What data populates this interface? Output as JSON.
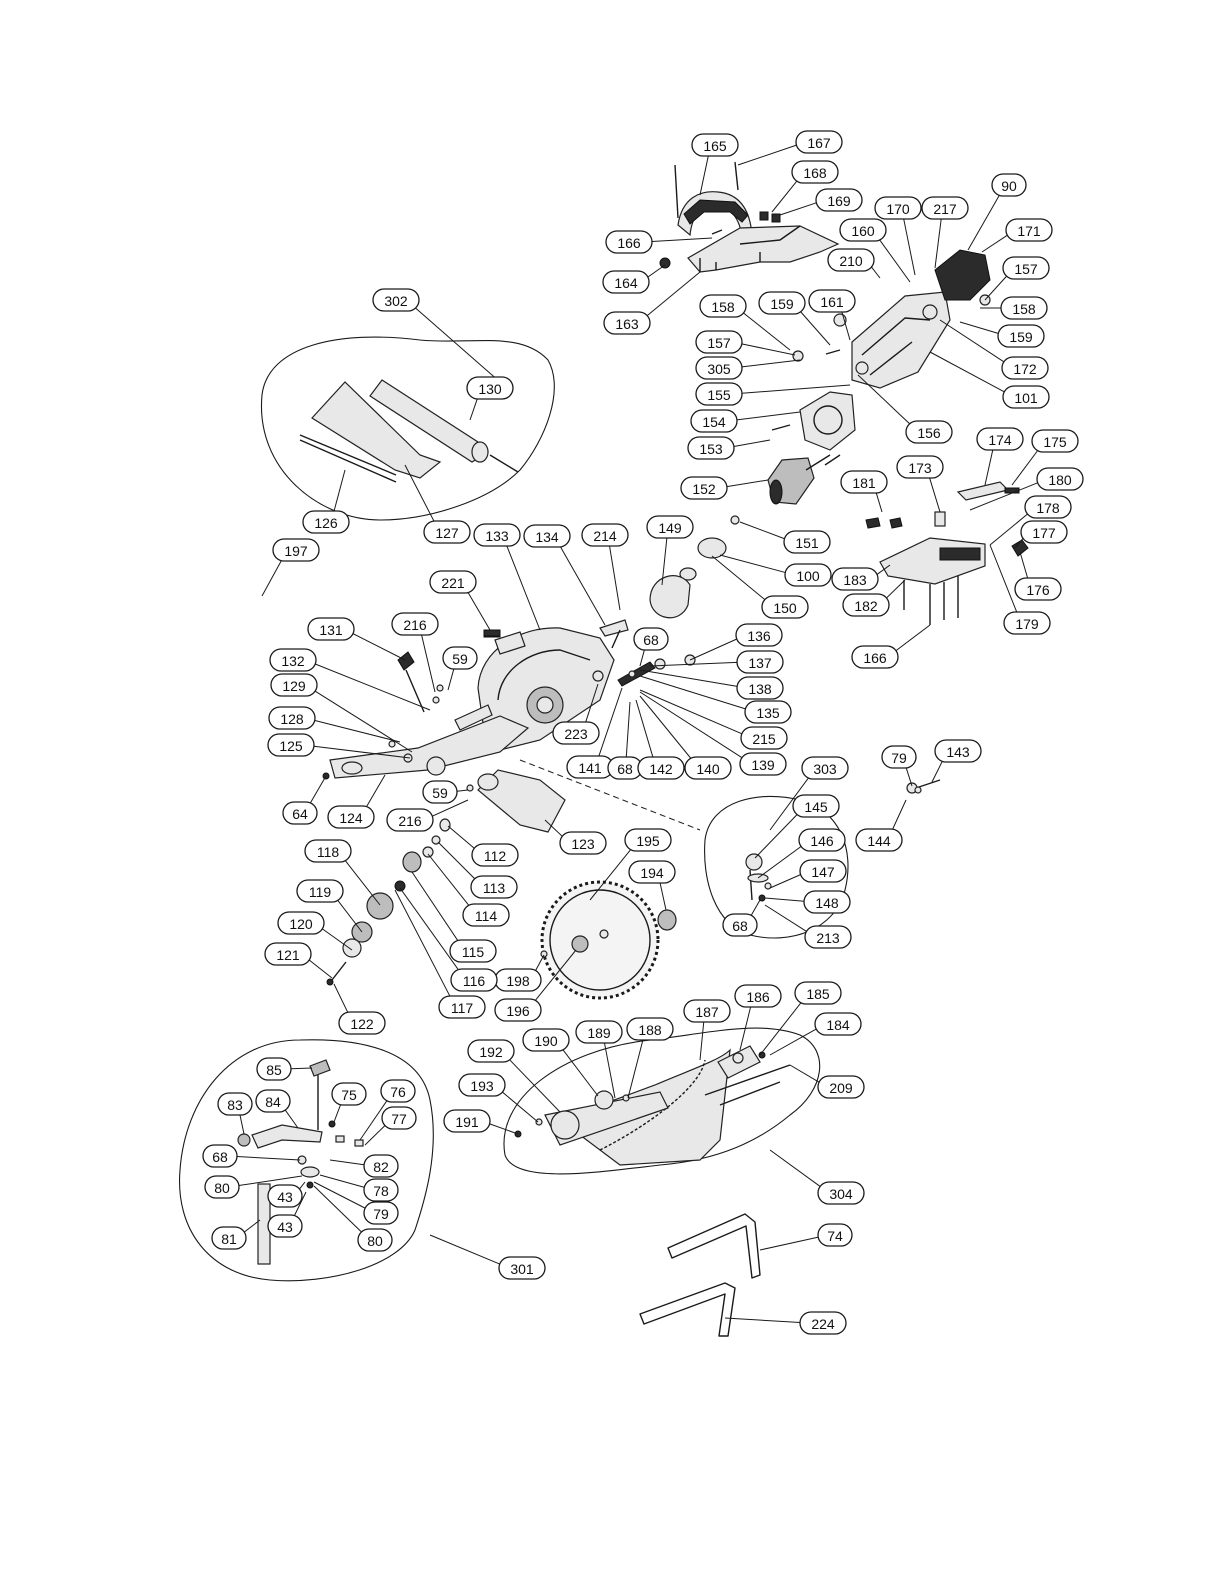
{
  "diagram": {
    "type": "exploded-parts-view",
    "callouts": [
      {
        "id": "c165",
        "label": "165"
      },
      {
        "id": "c167",
        "label": "167"
      },
      {
        "id": "c168",
        "label": "168"
      },
      {
        "id": "c169",
        "label": "169"
      },
      {
        "id": "c166a",
        "label": "166"
      },
      {
        "id": "c164",
        "label": "164"
      },
      {
        "id": "c163",
        "label": "163"
      },
      {
        "id": "c170",
        "label": "170"
      },
      {
        "id": "c217",
        "label": "217"
      },
      {
        "id": "c90",
        "label": "90"
      },
      {
        "id": "c160",
        "label": "160"
      },
      {
        "id": "c171",
        "label": "171"
      },
      {
        "id": "c210",
        "label": "210"
      },
      {
        "id": "c157a",
        "label": "157"
      },
      {
        "id": "c158a",
        "label": "158"
      },
      {
        "id": "c159a",
        "label": "159"
      },
      {
        "id": "c161",
        "label": "161"
      },
      {
        "id": "c158b",
        "label": "158"
      },
      {
        "id": "c159b",
        "label": "159"
      },
      {
        "id": "c157b",
        "label": "157"
      },
      {
        "id": "c305",
        "label": "305"
      },
      {
        "id": "c172",
        "label": "172"
      },
      {
        "id": "c155",
        "label": "155"
      },
      {
        "id": "c101",
        "label": "101"
      },
      {
        "id": "c154",
        "label": "154"
      },
      {
        "id": "c156",
        "label": "156"
      },
      {
        "id": "c153",
        "label": "153"
      },
      {
        "id": "c302",
        "label": "302"
      },
      {
        "id": "c130",
        "label": "130"
      },
      {
        "id": "c126",
        "label": "126"
      },
      {
        "id": "c127",
        "label": "127"
      },
      {
        "id": "c174",
        "label": "174"
      },
      {
        "id": "c175",
        "label": "175"
      },
      {
        "id": "c173",
        "label": "173"
      },
      {
        "id": "c181",
        "label": "181"
      },
      {
        "id": "c180",
        "label": "180"
      },
      {
        "id": "c152",
        "label": "152"
      },
      {
        "id": "c178",
        "label": "178"
      },
      {
        "id": "c177",
        "label": "177"
      },
      {
        "id": "c151",
        "label": "151"
      },
      {
        "id": "c149",
        "label": "149"
      },
      {
        "id": "c133",
        "label": "133"
      },
      {
        "id": "c134",
        "label": "134"
      },
      {
        "id": "c214",
        "label": "214"
      },
      {
        "id": "c100",
        "label": "100"
      },
      {
        "id": "c183",
        "label": "183"
      },
      {
        "id": "c176",
        "label": "176"
      },
      {
        "id": "c197",
        "label": "197"
      },
      {
        "id": "c150",
        "label": "150"
      },
      {
        "id": "c182",
        "label": "182"
      },
      {
        "id": "c221",
        "label": "221"
      },
      {
        "id": "c179",
        "label": "179"
      },
      {
        "id": "c131",
        "label": "131"
      },
      {
        "id": "c216a",
        "label": "216"
      },
      {
        "id": "c68a",
        "label": "68"
      },
      {
        "id": "c136",
        "label": "136"
      },
      {
        "id": "c166b",
        "label": "166"
      },
      {
        "id": "c59a",
        "label": "59"
      },
      {
        "id": "c132",
        "label": "132"
      },
      {
        "id": "c137",
        "label": "137"
      },
      {
        "id": "c129",
        "label": "129"
      },
      {
        "id": "c138",
        "label": "138"
      },
      {
        "id": "c135",
        "label": "135"
      },
      {
        "id": "c128",
        "label": "128"
      },
      {
        "id": "c223",
        "label": "223"
      },
      {
        "id": "c215",
        "label": "215"
      },
      {
        "id": "c125",
        "label": "125"
      },
      {
        "id": "c79a",
        "label": "79"
      },
      {
        "id": "c143",
        "label": "143"
      },
      {
        "id": "c141",
        "label": "141"
      },
      {
        "id": "c68b",
        "label": "68"
      },
      {
        "id": "c142",
        "label": "142"
      },
      {
        "id": "c140",
        "label": "140"
      },
      {
        "id": "c139",
        "label": "139"
      },
      {
        "id": "c303",
        "label": "303"
      },
      {
        "id": "c59b",
        "label": "59"
      },
      {
        "id": "c64",
        "label": "64"
      },
      {
        "id": "c145",
        "label": "145"
      },
      {
        "id": "c124",
        "label": "124"
      },
      {
        "id": "c216b",
        "label": "216"
      },
      {
        "id": "c144",
        "label": "144"
      },
      {
        "id": "c146",
        "label": "146"
      },
      {
        "id": "c123",
        "label": "123"
      },
      {
        "id": "c118",
        "label": "118"
      },
      {
        "id": "c195",
        "label": "195"
      },
      {
        "id": "c112",
        "label": "112"
      },
      {
        "id": "c147",
        "label": "147"
      },
      {
        "id": "c194",
        "label": "194"
      },
      {
        "id": "c113",
        "label": "113"
      },
      {
        "id": "c119",
        "label": "119"
      },
      {
        "id": "c148",
        "label": "148"
      },
      {
        "id": "c114",
        "label": "114"
      },
      {
        "id": "c120",
        "label": "120"
      },
      {
        "id": "c68c",
        "label": "68"
      },
      {
        "id": "c213",
        "label": "213"
      },
      {
        "id": "c115",
        "label": "115"
      },
      {
        "id": "c121",
        "label": "121"
      },
      {
        "id": "c198",
        "label": "198"
      },
      {
        "id": "c116",
        "label": "116"
      },
      {
        "id": "c196",
        "label": "196"
      },
      {
        "id": "c117",
        "label": "117"
      },
      {
        "id": "c186",
        "label": "186"
      },
      {
        "id": "c185",
        "label": "185"
      },
      {
        "id": "c122",
        "label": "122"
      },
      {
        "id": "c187",
        "label": "187"
      },
      {
        "id": "c184",
        "label": "184"
      },
      {
        "id": "c189",
        "label": "189"
      },
      {
        "id": "c188",
        "label": "188"
      },
      {
        "id": "c190",
        "label": "190"
      },
      {
        "id": "c192",
        "label": "192"
      },
      {
        "id": "c85",
        "label": "85"
      },
      {
        "id": "c209",
        "label": "209"
      },
      {
        "id": "c193",
        "label": "193"
      },
      {
        "id": "c75",
        "label": "75"
      },
      {
        "id": "c76",
        "label": "76"
      },
      {
        "id": "c83",
        "label": "83"
      },
      {
        "id": "c84",
        "label": "84"
      },
      {
        "id": "c77",
        "label": "77"
      },
      {
        "id": "c191",
        "label": "191"
      },
      {
        "id": "c68d",
        "label": "68"
      },
      {
        "id": "c82",
        "label": "82"
      },
      {
        "id": "c80a",
        "label": "80"
      },
      {
        "id": "c78",
        "label": "78"
      },
      {
        "id": "c43a",
        "label": "43"
      },
      {
        "id": "c304",
        "label": "304"
      },
      {
        "id": "c79b",
        "label": "79"
      },
      {
        "id": "c43b",
        "label": "43"
      },
      {
        "id": "c81",
        "label": "81"
      },
      {
        "id": "c80b",
        "label": "80"
      },
      {
        "id": "c74",
        "label": "74"
      },
      {
        "id": "c301",
        "label": "301"
      },
      {
        "id": "c224",
        "label": "224"
      }
    ]
  }
}
